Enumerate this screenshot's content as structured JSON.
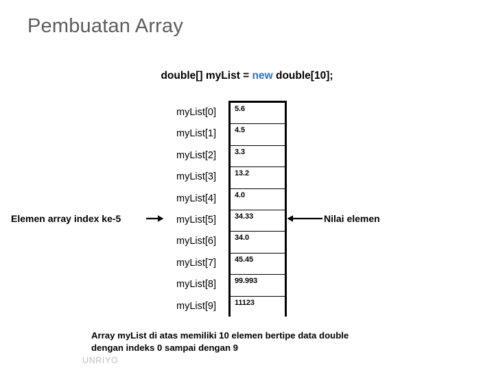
{
  "slide": {
    "title": "Pembuatan Array",
    "title_color": "#5c5c5c",
    "background_color": "#ffffff"
  },
  "code_line": {
    "prefix": "double[] myList = ",
    "keyword": "new",
    "keyword_color": "#2f6fbf",
    "suffix": " double[10];",
    "full_text": "double[] myList = new double[10];"
  },
  "array_diagram": {
    "element_count": 10,
    "index_labels": [
      "myList[0]",
      "myList[1]",
      "myList[2]",
      "myList[3]",
      "myList[4]",
      "myList[5]",
      "myList[6]",
      "myList[7]",
      "myList[8]",
      "myList[9]"
    ],
    "values": [
      "5.6",
      "4.5",
      "3.3",
      "13.2",
      "4.0",
      "34.33",
      "34.0",
      "45.45",
      "99.993",
      "11123"
    ]
  },
  "annotations": {
    "left": {
      "text": "Elemen array index ke-5",
      "arrow": "arrow-right",
      "target_index": 5
    },
    "right": {
      "text": "Nilai elemen",
      "arrow": "arrow-left",
      "target_index": 5
    }
  },
  "caption": {
    "line1": "Array myList di atas memiliki 10 elemen bertipe data double",
    "line2": "dengan indeks 0 sampai dengan 9"
  },
  "watermark": {
    "text": "UNRIYO",
    "color": "#bfbfbf"
  }
}
